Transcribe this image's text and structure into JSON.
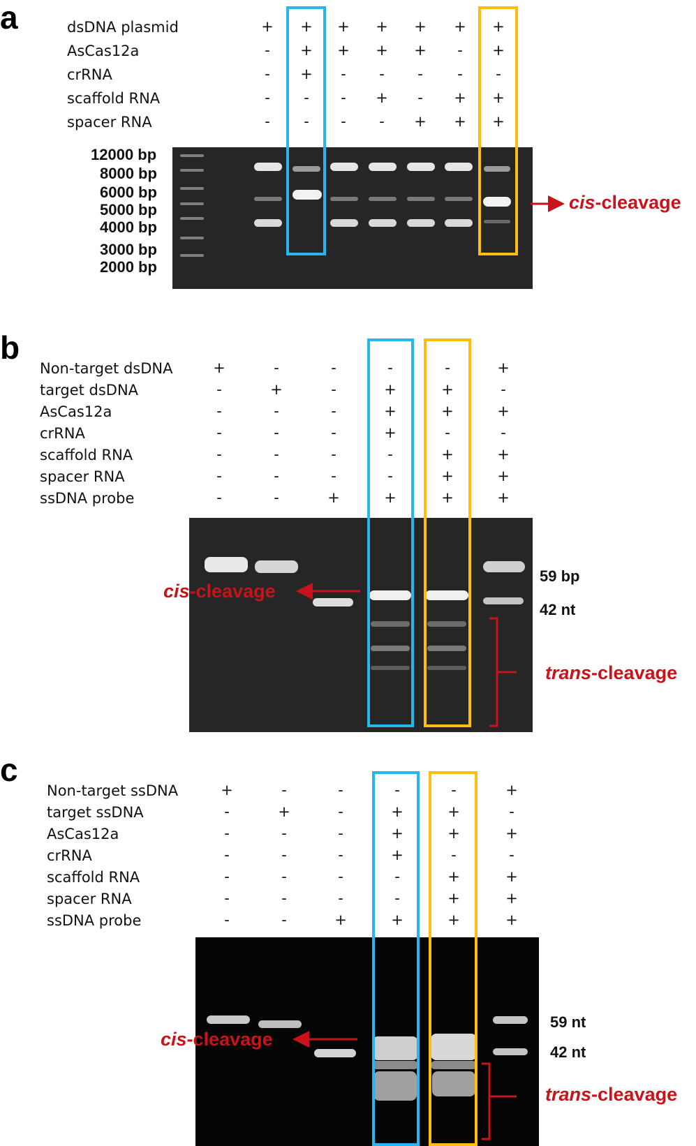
{
  "panel_a": {
    "letter": "a",
    "rows": [
      {
        "label": "dsDNA plasmid",
        "signs": [
          "+",
          "+",
          "+",
          "+",
          "+",
          "+",
          "+"
        ]
      },
      {
        "label": "AsCas12a",
        "signs": [
          "-",
          "+",
          "+",
          "+",
          "+",
          "-",
          "+"
        ]
      },
      {
        "label": "crRNA",
        "signs": [
          "-",
          "+",
          "-",
          "-",
          "-",
          "-",
          "-"
        ]
      },
      {
        "label": "scaffold RNA",
        "signs": [
          "-",
          "-",
          "-",
          "+",
          "-",
          "+",
          "+"
        ]
      },
      {
        "label": "spacer RNA",
        "signs": [
          "-",
          "-",
          "-",
          "-",
          "+",
          "+",
          "+"
        ]
      }
    ],
    "markers": [
      "12000 bp",
      "8000 bp",
      "6000 bp",
      "5000 bp",
      "4000 bp",
      "3000 bp",
      "2000 bp"
    ],
    "annotation_italic": "cis",
    "annotation_rest": "-cleavage"
  },
  "panel_b": {
    "letter": "b",
    "rows": [
      {
        "label": "Non-target dsDNA",
        "signs": [
          "+",
          "-",
          "-",
          "-",
          "-",
          "+"
        ]
      },
      {
        "label": "target dsDNA",
        "signs": [
          "-",
          "+",
          "-",
          "+",
          "+",
          "-"
        ]
      },
      {
        "label": "AsCas12a",
        "signs": [
          "-",
          "-",
          "-",
          "+",
          "+",
          "+"
        ]
      },
      {
        "label": "crRNA",
        "signs": [
          "-",
          "-",
          "-",
          "+",
          "-",
          "-"
        ]
      },
      {
        "label": "scaffold RNA",
        "signs": [
          "-",
          "-",
          "-",
          "-",
          "+",
          "+"
        ]
      },
      {
        "label": "spacer RNA",
        "signs": [
          "-",
          "-",
          "-",
          "-",
          "+",
          "+"
        ]
      },
      {
        "label": "ssDNA probe",
        "signs": [
          "-",
          "-",
          "+",
          "+",
          "+",
          "+"
        ]
      }
    ],
    "markers": [
      "59 bp",
      "42 nt"
    ],
    "cis_italic": "cis",
    "cis_rest": "-cleavage",
    "trans_italic": "trans",
    "trans_rest": "-cleavage"
  },
  "panel_c": {
    "letter": "c",
    "rows": [
      {
        "label": "Non-target ssDNA",
        "signs": [
          "+",
          "-",
          "-",
          "-",
          "-",
          "+"
        ]
      },
      {
        "label": "target ssDNA",
        "signs": [
          "-",
          "+",
          "-",
          "+",
          "+",
          "-"
        ]
      },
      {
        "label": "AsCas12a",
        "signs": [
          "-",
          "-",
          "-",
          "+",
          "+",
          "+"
        ]
      },
      {
        "label": "crRNA",
        "signs": [
          "-",
          "-",
          "-",
          "+",
          "-",
          "-"
        ]
      },
      {
        "label": "scaffold RNA",
        "signs": [
          "-",
          "-",
          "-",
          "-",
          "+",
          "+"
        ]
      },
      {
        "label": "spacer RNA",
        "signs": [
          "-",
          "-",
          "-",
          "-",
          "+",
          "+"
        ]
      },
      {
        "label": "ssDNA probe",
        "signs": [
          "-",
          "-",
          "+",
          "+",
          "+",
          "+"
        ]
      }
    ],
    "markers": [
      "59 nt",
      "42 nt"
    ],
    "cis_italic": "cis",
    "cis_rest": "-cleavage",
    "trans_italic": "trans",
    "trans_rest": "-cleavage"
  }
}
